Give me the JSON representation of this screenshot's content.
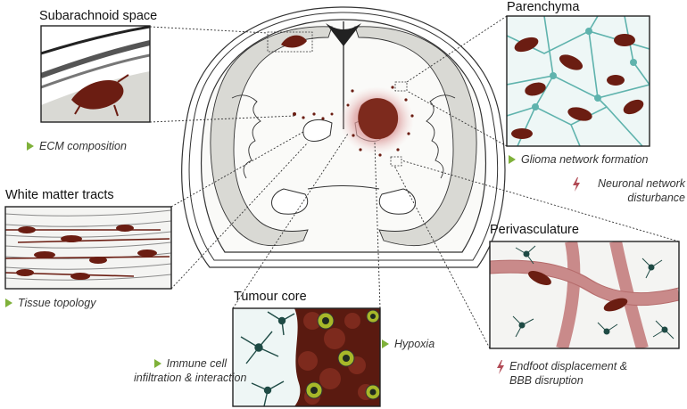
{
  "panels": {
    "subarachnoid": {
      "title": "Subarachnoid space",
      "note": "ECM composition"
    },
    "white_matter": {
      "title": "White matter tracts",
      "note": "Tissue topology"
    },
    "tumour_core": {
      "title": "Tumour core",
      "note_left_1": "Immune cell",
      "note_left_2": "infiltration & interaction",
      "note_right": "Hypoxia"
    },
    "parenchyma": {
      "title": "Parenchyma",
      "note": "Glioma network formation",
      "alert_1": "Neuronal network",
      "alert_2": "disturbance"
    },
    "perivasculature": {
      "title": "Perivasculature",
      "alert_1": "Endfoot displacement &",
      "alert_2": "BBB disruption"
    }
  },
  "colors": {
    "tumour": "#6b1d12",
    "tumour_halo": "#d98f8f",
    "network": "#5fb3ad",
    "astrocyte": "#1f4b45",
    "vessel": "#c98a8a",
    "grey_matter": "#d9d9d4",
    "accent": "#7fb13a",
    "alert": "#b14a55",
    "immune": "#a7b829"
  }
}
